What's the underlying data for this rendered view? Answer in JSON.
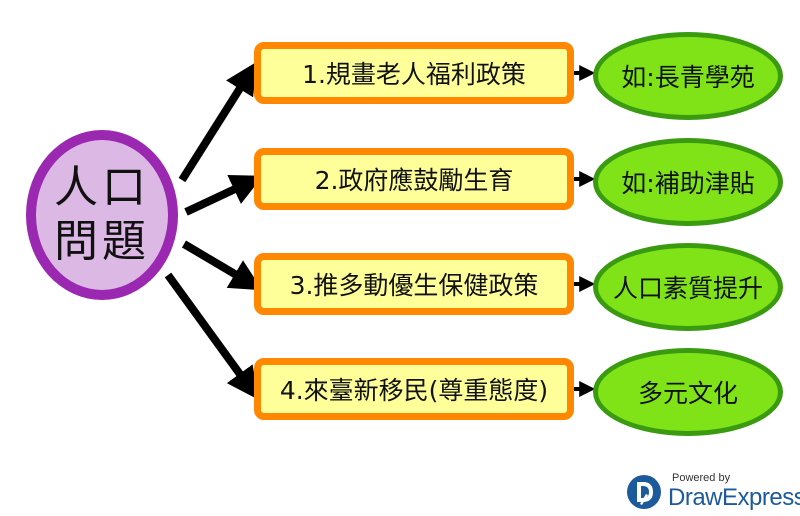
{
  "hub": {
    "line1": "人口",
    "line2": "問題"
  },
  "policies": [
    "1.規畫老人福利政策",
    "2.政府應鼓勵生育",
    "3.推多動優生保健政策",
    "4.來臺新移民(尊重態度)"
  ],
  "outcomes": [
    "如:長青學苑",
    "如:補助津貼",
    "人口素質提升",
    "多元文化"
  ],
  "branding": {
    "powered_by": "Powered by",
    "name": "DrawExpress",
    "logo_icon": "drawexpress-logo-icon",
    "logo_color": "#1c5a9c"
  },
  "colors": {
    "hub_fill": "#dcb8e4",
    "hub_border": "#9a28b0",
    "box_fill": "#ffff99",
    "box_border": "#ff8800",
    "oval_fill": "#7fe317",
    "oval_border": "#3a9a10",
    "arrow": "#000000"
  }
}
